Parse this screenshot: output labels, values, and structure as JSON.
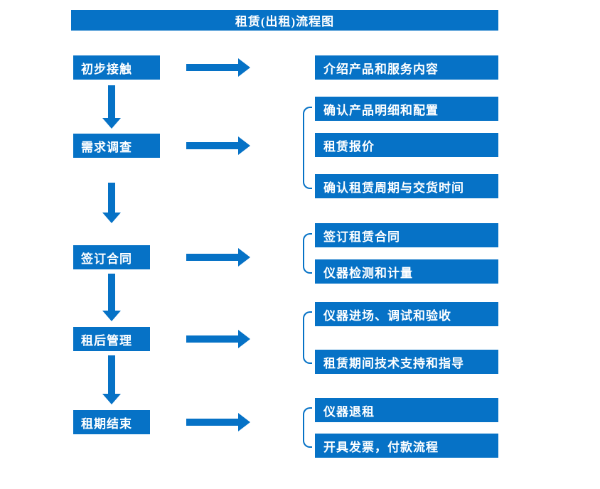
{
  "title": "租赁(出租)流程图",
  "colors": {
    "primary": "#0672C6",
    "text": "#FFFFFF",
    "background": "#FFFFFF"
  },
  "rows": [
    {
      "stage": "初步接触",
      "items": [
        "介绍产品和服务内容"
      ]
    },
    {
      "stage": "需求调查",
      "items": [
        "确认产品明细和配置",
        "租赁报价",
        "确认租赁周期与交货时间"
      ]
    },
    {
      "stage": "签订合同",
      "items": [
        "签订租赁合同",
        "仪器检测和计量"
      ]
    },
    {
      "stage": "租后管理",
      "items": [
        "仪器进场、调试和验收",
        "租赁期间技术支持和指导"
      ]
    },
    {
      "stage": "租期结束",
      "items": [
        "仪器退租",
        "开具发票，付款流程"
      ]
    }
  ]
}
